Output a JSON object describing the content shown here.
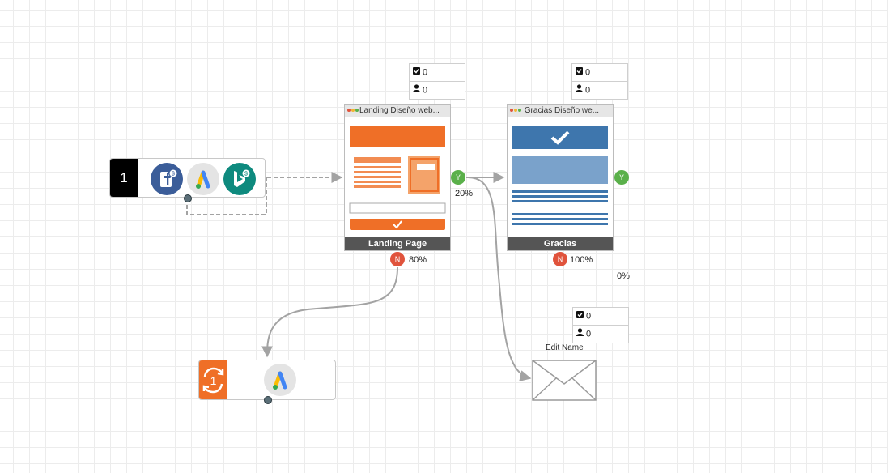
{
  "source": {
    "count": "1",
    "icons": [
      "facebook-ads-icon",
      "google-ads-icon",
      "bing-ads-icon"
    ]
  },
  "retarget": {
    "icons": [
      "retarget-cycle-icon",
      "google-ads-icon"
    ],
    "count": "1"
  },
  "nodes": {
    "landing": {
      "bar_title": "Landing Diseño web...",
      "label": "Landing Page",
      "stats": {
        "checked": "0",
        "users": "0"
      },
      "yes_badge": "Y",
      "no_badge": "N",
      "yes_percent": "20%",
      "no_percent": "80%"
    },
    "thanks": {
      "bar_title": "Gracias Diseño we...",
      "label": "Gracias",
      "stats": {
        "checked": "0",
        "users": "0"
      },
      "yes_badge": "Y",
      "no_badge": "N",
      "no_percent": "100%",
      "other_percent": "0%"
    },
    "email": {
      "label": "Edit Name",
      "stats": {
        "checked": "0",
        "users": "0"
      }
    }
  },
  "colors": {
    "accent_orange": "#ef6f27",
    "thanks_blue": "#3e76ad",
    "yes_green": "#5ab04a",
    "no_red": "#e0533c",
    "connector": "#a3a3a3"
  }
}
